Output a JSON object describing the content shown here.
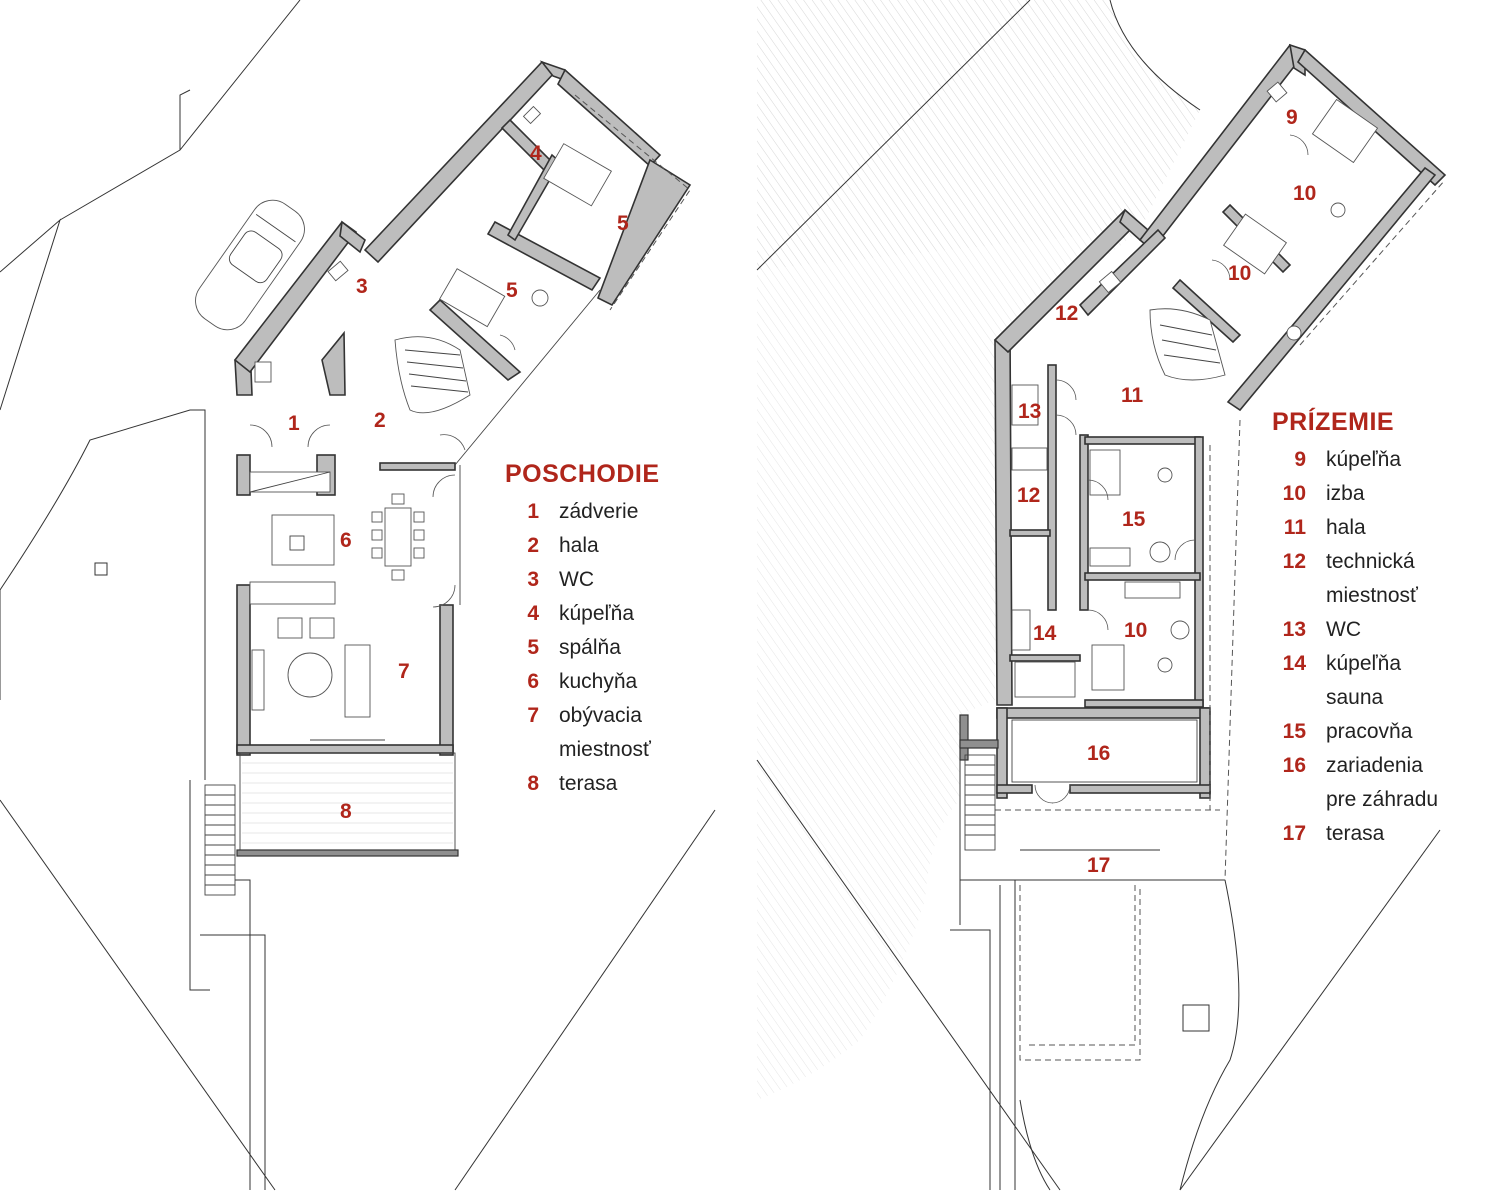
{
  "upper_floor": {
    "title": "POSCHODIE",
    "items": [
      {
        "num": "1",
        "label": "zádverie"
      },
      {
        "num": "2",
        "label": "hala"
      },
      {
        "num": "3",
        "label": "WC"
      },
      {
        "num": "4",
        "label": "kúpeľňa"
      },
      {
        "num": "5",
        "label": "spálňa"
      },
      {
        "num": "6",
        "label": "kuchyňa"
      },
      {
        "num": "7",
        "label": "obývacia"
      },
      {
        "num": "",
        "label": "miestnosť"
      },
      {
        "num": "8",
        "label": "terasa"
      }
    ],
    "room_labels": [
      "1",
      "2",
      "3",
      "4",
      "5",
      "5",
      "6",
      "7",
      "8"
    ]
  },
  "ground_floor": {
    "title": "PRÍZEMIE",
    "items": [
      {
        "num": "9",
        "label": "kúpeľňa"
      },
      {
        "num": "10",
        "label": "izba"
      },
      {
        "num": "11",
        "label": "hala"
      },
      {
        "num": "12",
        "label": "technická"
      },
      {
        "num": "",
        "label": "miestnosť"
      },
      {
        "num": "13",
        "label": "WC"
      },
      {
        "num": "14",
        "label": "kúpeľňa"
      },
      {
        "num": "",
        "label": "sauna"
      },
      {
        "num": "15",
        "label": "pracovňa"
      },
      {
        "num": "16",
        "label": "zariadenia"
      },
      {
        "num": "",
        "label": "pre záhradu"
      },
      {
        "num": "17",
        "label": "terasa"
      }
    ],
    "room_labels": [
      "9",
      "10",
      "10",
      "12",
      "11",
      "13",
      "12",
      "15",
      "14",
      "10",
      "16",
      "17"
    ]
  },
  "colors": {
    "accent": "#b0261b",
    "wall": "#bdbdbd",
    "line": "#333333"
  }
}
